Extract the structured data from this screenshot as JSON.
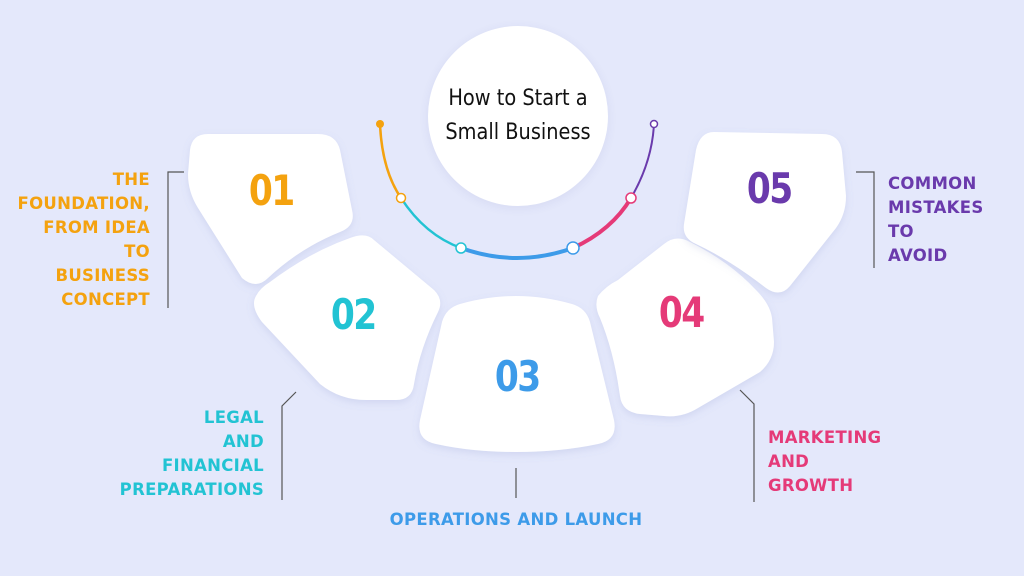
{
  "title": {
    "line1": "How to Start a",
    "line2": "Small Business"
  },
  "colors": {
    "background": "#e4e8fb",
    "step1": "#f4a20f",
    "step2": "#22c3d3",
    "step3": "#3d9be9",
    "step4": "#e53a78",
    "step5": "#6a3aac"
  },
  "steps": [
    {
      "number": "01",
      "label": [
        "THE",
        "FOUNDATION,",
        "FROM IDEA",
        "TO",
        "BUSINESS",
        "CONCEPT"
      ]
    },
    {
      "number": "02",
      "label": [
        "LEGAL",
        "AND",
        "FINANCIAL",
        "PREPARATIONS"
      ]
    },
    {
      "number": "03",
      "label": [
        "OPERATIONS AND LAUNCH"
      ]
    },
    {
      "number": "04",
      "label": [
        "MARKETING",
        "AND",
        "GROWTH"
      ]
    },
    {
      "number": "05",
      "label": [
        "COMMON",
        "MISTAKES",
        "TO",
        "AVOID"
      ]
    }
  ]
}
